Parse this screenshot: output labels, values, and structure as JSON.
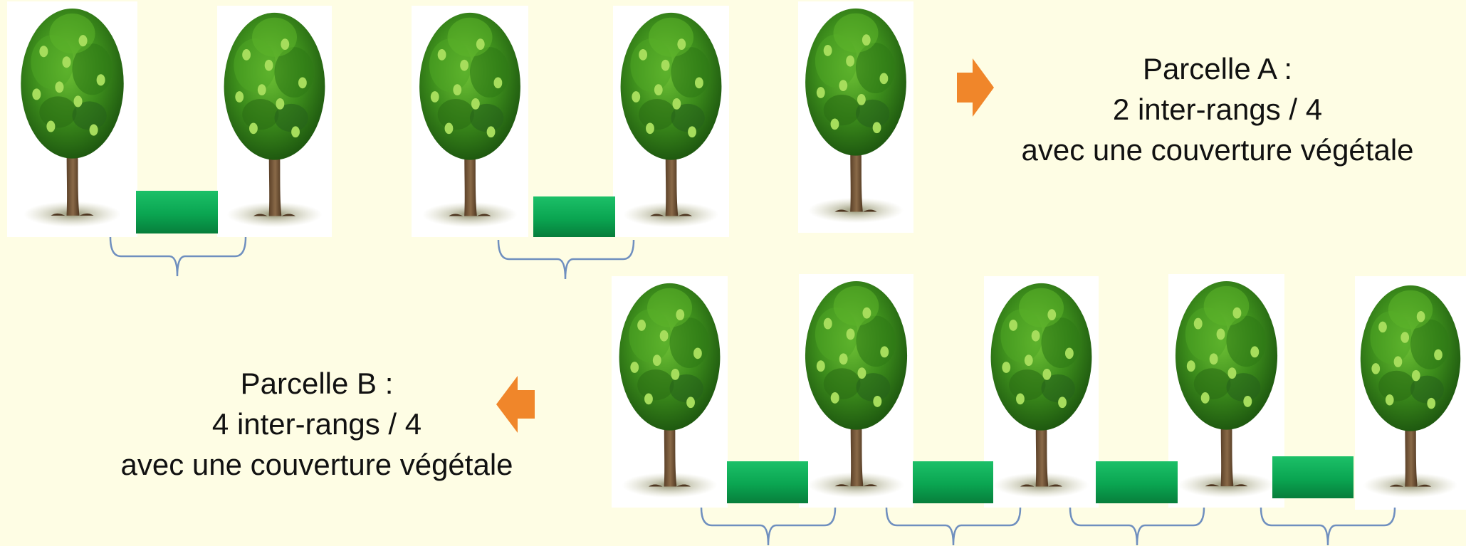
{
  "parcel_a": {
    "title": "Parcelle A :",
    "ratio": "2 inter-rangs / 4",
    "description": "avec une couverture végétale"
  },
  "parcel_b": {
    "title": "Parcelle B :",
    "ratio": "4 inter-rangs / 4",
    "description": "avec une couverture végétale"
  },
  "colors": {
    "background": "#fefde4",
    "arrow": "#f0862a",
    "cover": "#0aa551",
    "brace": "#6f8fbf"
  },
  "icons": {
    "tree": "tree-icon",
    "arrow_a": "arrow-right-icon",
    "arrow_b": "arrow-left-icon"
  }
}
